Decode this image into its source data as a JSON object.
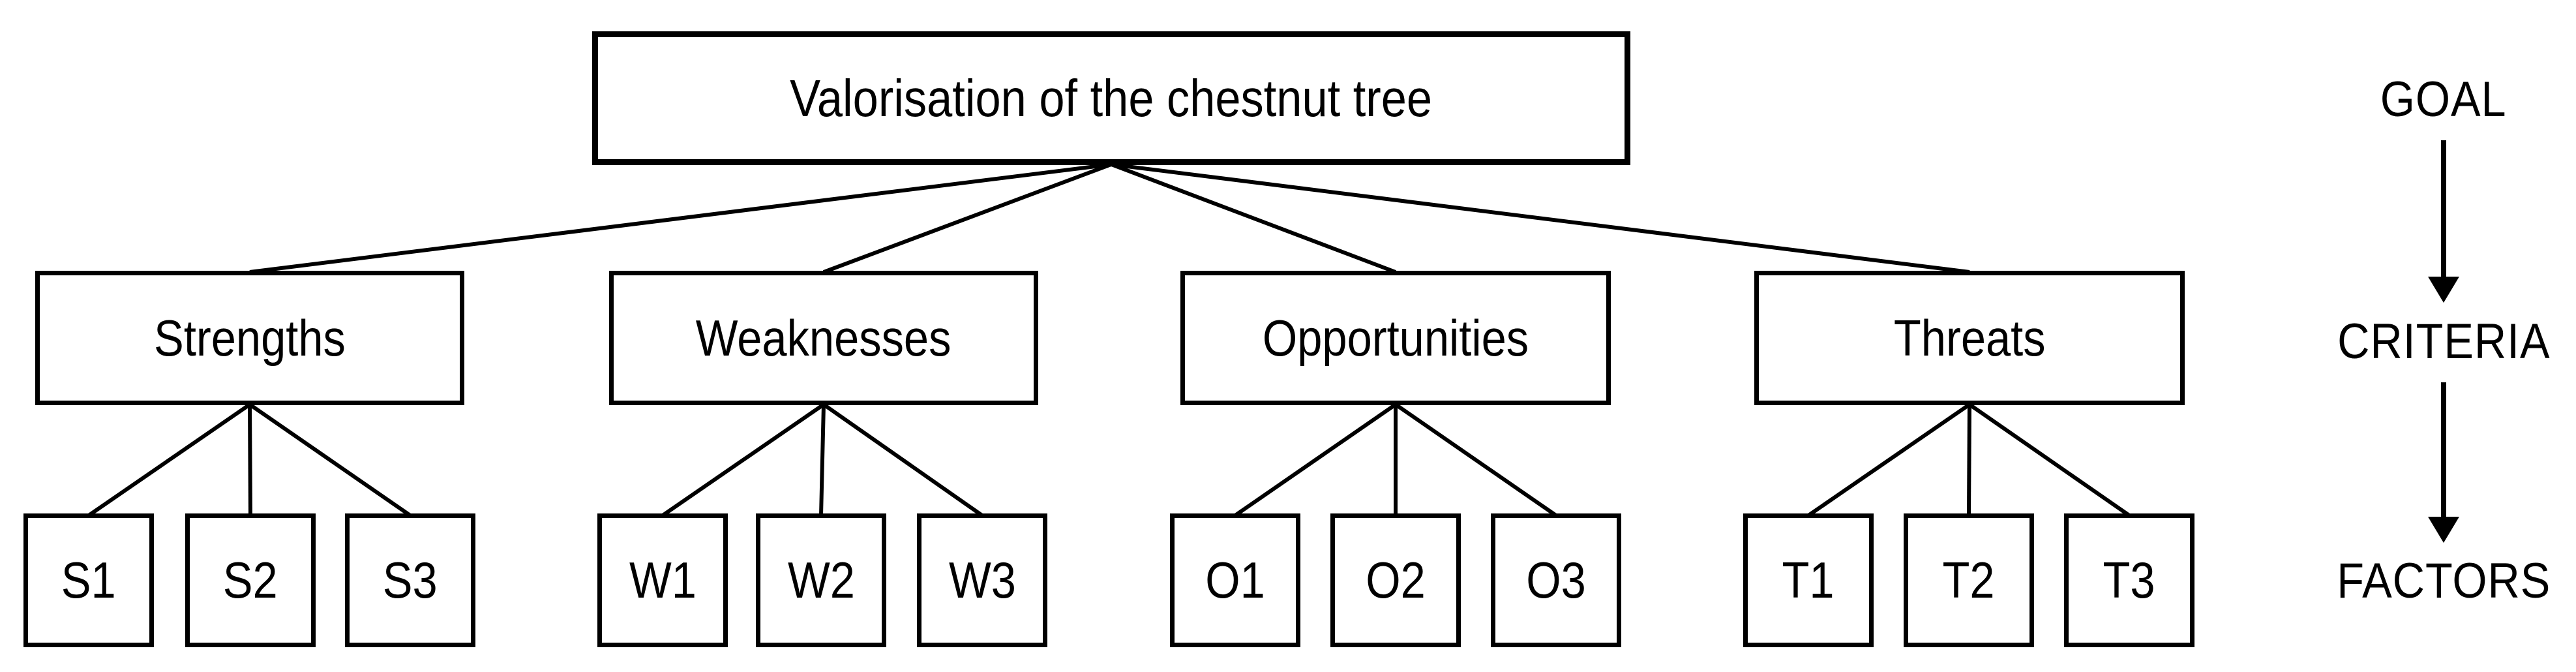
{
  "diagram": {
    "goal": {
      "label": "Valorisation of the chestnut tree"
    },
    "criteria": [
      {
        "label": "Strengths",
        "factors": [
          "S1",
          "S2",
          "S3"
        ]
      },
      {
        "label": "Weaknesses",
        "factors": [
          "W1",
          "W2",
          "W3"
        ]
      },
      {
        "label": "Opportunities",
        "factors": [
          "O1",
          "O2",
          "O3"
        ]
      },
      {
        "label": "Threats",
        "factors": [
          "T1",
          "T2",
          "T3"
        ]
      }
    ],
    "levels": [
      "GOAL",
      "CRITERIA",
      "FACTORS"
    ],
    "colors": {
      "line": "#000000",
      "text": "#000000",
      "background": "#ffffff"
    }
  }
}
